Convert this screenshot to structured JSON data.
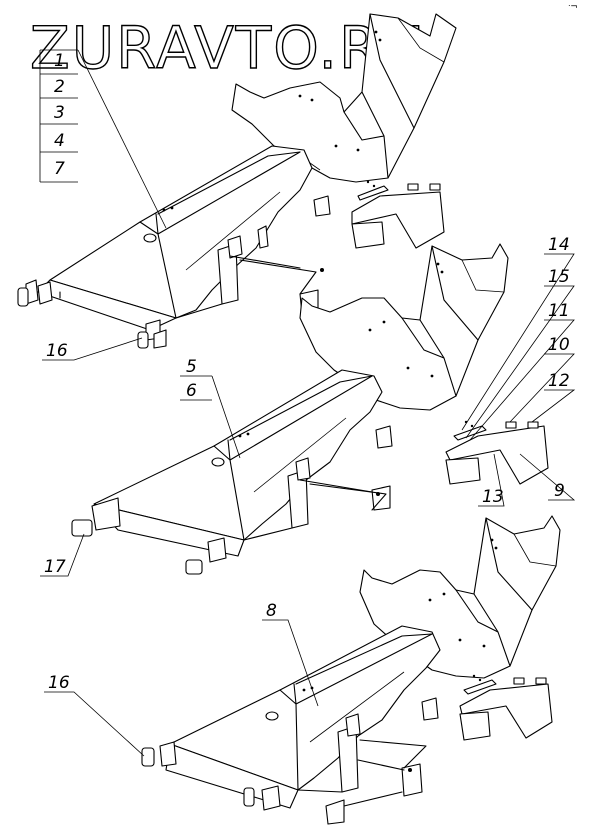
{
  "watermark": "ZURAVTO.RU",
  "corner_mark": "ᐧ¬",
  "callouts": {
    "c1": "1",
    "c2": "2",
    "c3": "3",
    "c4": "4",
    "c7": "7",
    "c5": "5",
    "c6": "6",
    "c8": "8",
    "c9": "9",
    "c10": "10",
    "c11": "11",
    "c12": "12",
    "c13": "13",
    "c14": "14",
    "c15": "15",
    "c16a": "16",
    "c16b": "16",
    "c17": "17"
  }
}
